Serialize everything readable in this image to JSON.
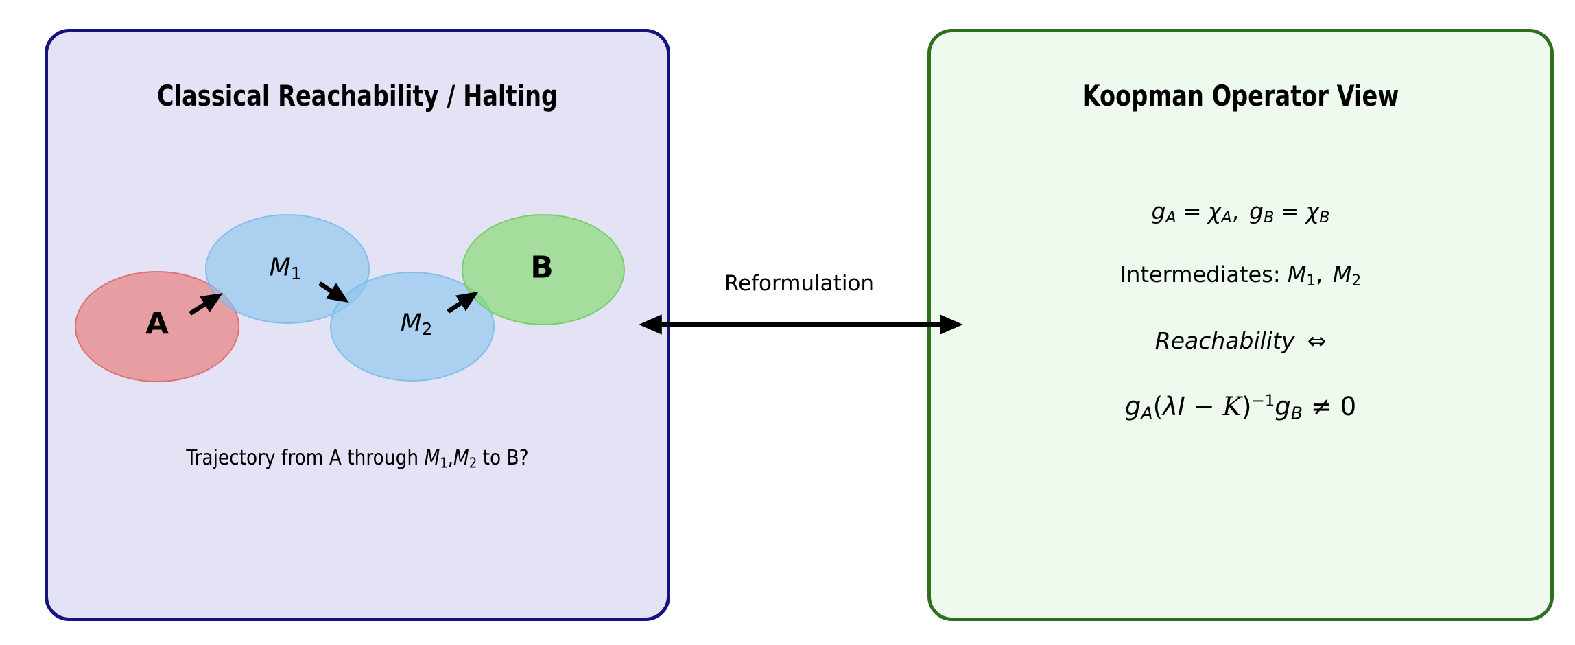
{
  "figure": {
    "background": "#ffffff",
    "arrow_color": "#000000",
    "left_panel": {
      "title": "Classical Reachability / Halting",
      "fill": "#e3e3f5",
      "border": "#14137f",
      "sets": {
        "A": {
          "label": "A",
          "fill": "rgba(234,111,108,0.60)",
          "edge": "rgba(214,85,85,0.60)"
        },
        "M1": {
          "base": "M",
          "sub": "1",
          "fill": "rgba(139,199,238,0.62)",
          "edge": "rgba(110,178,230,0.62)"
        },
        "M2": {
          "base": "M",
          "sub": "2",
          "fill": "rgba(139,199,238,0.62)",
          "edge": "rgba(110,178,230,0.62)"
        },
        "B": {
          "label": "B",
          "fill": "rgba(129,219,104,0.63)",
          "edge": "rgba(99,195,80,0.62)"
        }
      },
      "caption": {
        "lead": "Trajectory from A through ",
        "m1": "M",
        "m1_sub": "1",
        "sep": ",",
        "m2": "M",
        "m2_sub": "2",
        "tail": " to B?"
      }
    },
    "connector": {
      "label": "Reformulation"
    },
    "right_panel": {
      "title": "Koopman Operator View",
      "fill": "#edfaed",
      "border": "#2e6f1f",
      "line1": {
        "g1": "g",
        "g1_sub": "A",
        "eq1": "=",
        "chi1": "χ",
        "chi1_sub": "A",
        "sep": ",",
        "g2": "g",
        "g2_sub": "B",
        "eq2": "=",
        "chi2": "χ",
        "chi2_sub": "B"
      },
      "line2": {
        "label": "Intermediates: ",
        "m1": "M",
        "m1_sub": "1",
        "sep": ",",
        "m2": "M",
        "m2_sub": "2"
      },
      "line3": {
        "word": "Reachability",
        "iff": "⇔"
      },
      "line4": {
        "g1": "g",
        "g1_sub": "A",
        "open": "(",
        "lambda": "λ",
        "ident": "I",
        "minus": " − ",
        "koopman": "K",
        "close": ")",
        "inv": "−1",
        "g2": "g",
        "g2_sub": "B",
        "neq": " ≠ ",
        "zero": "0"
      }
    }
  }
}
